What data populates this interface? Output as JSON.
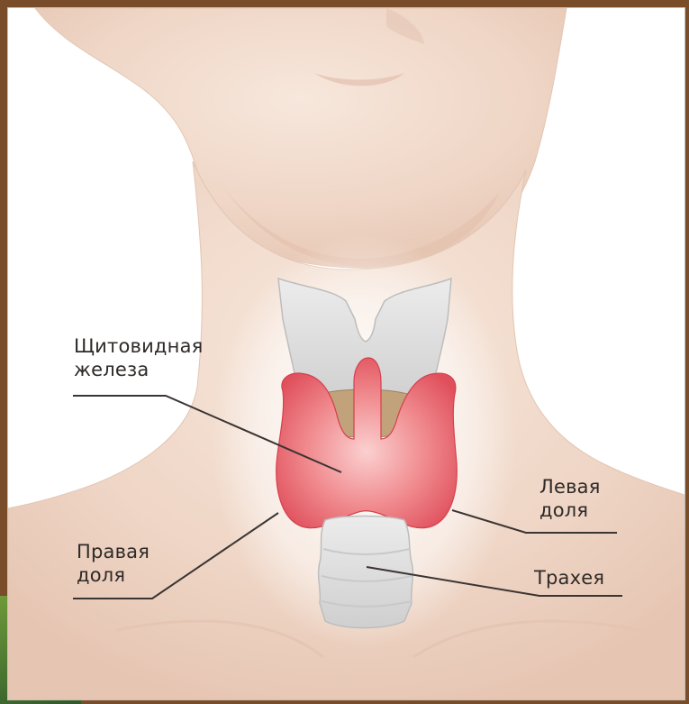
{
  "labels": {
    "thyroid": {
      "line1": "Щитовидная",
      "line2": "железа"
    },
    "left_lobe": {
      "line1": "Левая",
      "line2": "доля"
    },
    "right_lobe": {
      "line1": "Правая",
      "line2": "доля"
    },
    "trachea": {
      "line1": "Трахея"
    }
  },
  "colors": {
    "skin": "#f2ddd0",
    "skin_shadow": "#e4c4b2",
    "thyroid": "#e8606a",
    "thyroid_light": "#f6b8b8",
    "cartilage": "#d9d9d9",
    "cricothyroid": "#b89a70",
    "leader_line": "#3a3433"
  }
}
